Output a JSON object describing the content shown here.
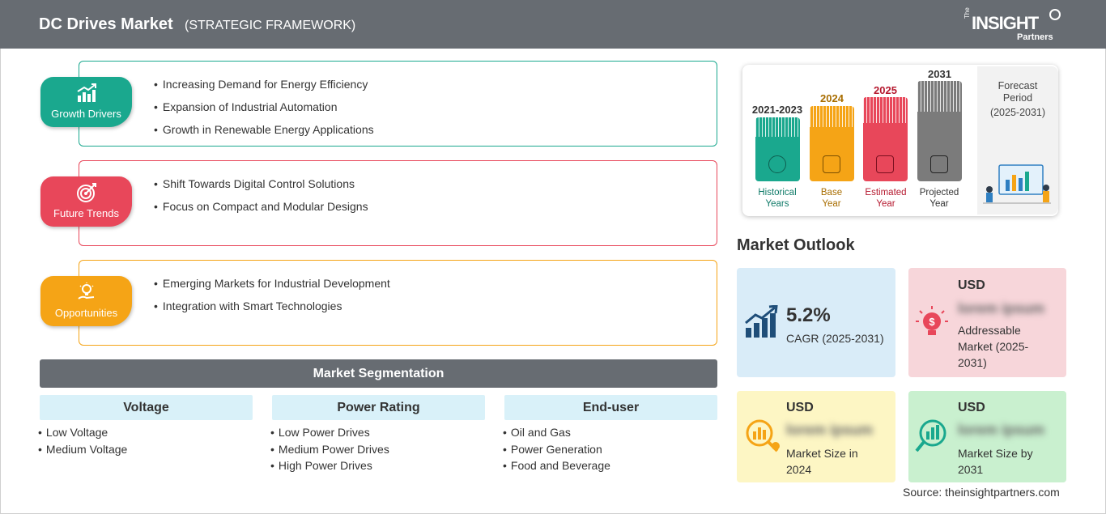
{
  "header": {
    "title": "DC Drives Market",
    "subtitle": "(STRATEGIC FRAMEWORK)",
    "logo": {
      "the": "The",
      "insight": "INSIGHT",
      "partners": "Partners"
    }
  },
  "framework": {
    "growth_drivers": {
      "label": "Growth Drivers",
      "color": "#1aa88e",
      "items": [
        "Increasing Demand for Energy Efficiency",
        "Expansion of Industrial Automation",
        "Growth in Renewable Energy Applications"
      ]
    },
    "future_trends": {
      "label": "Future Trends",
      "color": "#e8475a",
      "items": [
        "Shift Towards Digital Control Solutions",
        "Focus on Compact and Modular Designs"
      ]
    },
    "opportunities": {
      "label": "Opportunities",
      "color": "#f5a416",
      "items": [
        "Emerging Markets for Industrial Development",
        "Integration with Smart Technologies"
      ]
    }
  },
  "segmentation": {
    "title": "Market Segmentation",
    "columns": [
      {
        "heading": "Voltage",
        "items": [
          "Low Voltage",
          "Medium Voltage"
        ]
      },
      {
        "heading": "Power Rating",
        "items": [
          "Low Power Drives",
          "Medium Power Drives",
          "High Power Drives"
        ]
      },
      {
        "heading": "End-user",
        "items": [
          "Oil and Gas",
          "Power Generation",
          "Food and Beverage"
        ]
      }
    ]
  },
  "timeline": {
    "bars": [
      {
        "year": "2021-2023",
        "label_line1": "Historical",
        "label_line2": "Years",
        "color": "#1aa88e",
        "year_color": "#0f7a68",
        "label_color": "#0f7a68"
      },
      {
        "year": "2024",
        "label_line1": "Base",
        "label_line2": "Year",
        "color": "#f5a416",
        "year_color": "#a86d00",
        "label_color": "#a86d00"
      },
      {
        "year": "2025",
        "label_line1": "Estimated",
        "label_line2": "Year",
        "color": "#e8475a",
        "year_color": "#b5182e",
        "label_color": "#b5182e"
      },
      {
        "year": "2031",
        "label_line1": "Projected",
        "label_line2": "Year",
        "color": "#7b7b7b",
        "year_color": "#333333",
        "label_color": "#333333"
      }
    ],
    "forecast": {
      "line1": "Forecast",
      "line2": "Period",
      "line3": "(2025-2031)"
    }
  },
  "outlook": {
    "title": "Market Outlook",
    "cagr": {
      "value": "5.2%",
      "caption": "CAGR (2025-2031)",
      "bg": "#d9ecf8"
    },
    "addressable": {
      "usd": "USD",
      "value": "lorem ipsum",
      "caption_l1": "Addressable",
      "caption_l2": "Market (2025-",
      "caption_l3": "2031)",
      "bg": "#f7d6da"
    },
    "size_2024": {
      "usd": "USD",
      "value": "lorem ipsum",
      "caption_l1": "Market Size in",
      "caption_l2": "2024",
      "bg": "#fdf6c4"
    },
    "size_2031": {
      "usd": "USD",
      "value": "lorem ipsum",
      "caption_l1": "Market Size by",
      "caption_l2": "2031",
      "bg": "#c9f0cf"
    }
  },
  "source": "Source: theinsightpartners.com"
}
